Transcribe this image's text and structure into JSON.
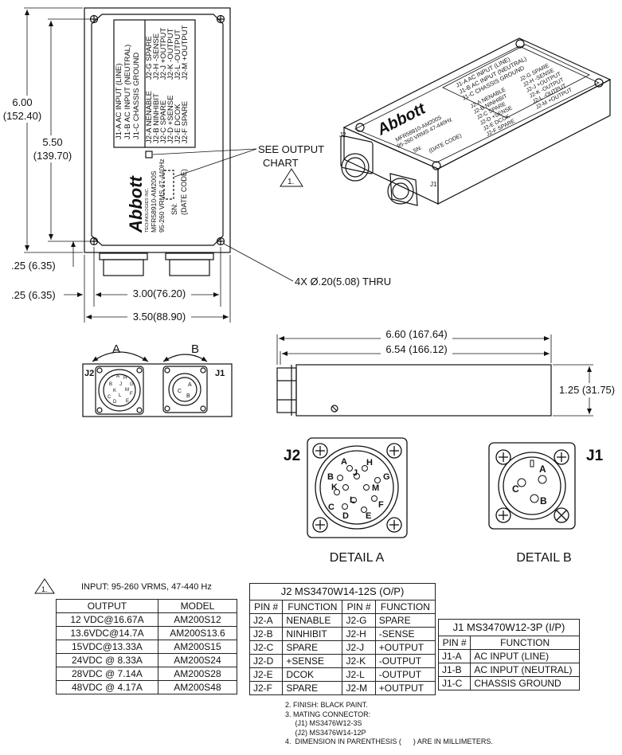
{
  "dims": {
    "height_outer": "6.00",
    "height_outer_mm": "(152.40)",
    "height_inner": "5.50",
    "height_inner_mm": "(139.70)",
    "offset_top": ".25 (6.35)",
    "offset_side": ".25 (6.35)",
    "width_inner": "3.00(76.20)",
    "width_outer": "3.50(88.90)",
    "holes": "4X Ø.20(5.08) THRU",
    "length_outer": "6.60 (167.64)",
    "length_inner": "6.54 (166.12)",
    "depth": "1.25 (31.75)",
    "see_output": "SEE OUTPUT",
    "chart": "CHART",
    "flag": "1."
  },
  "label_plate": {
    "left_col": [
      "J1-A AC INPUT (LINE)",
      "J1-B AC INPUT (NEUTRAL)",
      "J1-C CHASSIS GROUND"
    ],
    "j2_left": [
      "J2-A NENABLE",
      "J2-B NINHIBIT",
      "J2-C SPARE",
      "J2-D +SENSE",
      "J2-E DCOK",
      "J2-F SPARE"
    ],
    "j2_right": [
      "J2-G SPARE",
      "J2-H -SENSE",
      "J2-J +OUTPUT",
      "J2-K -OUTPUT",
      "J2-L -OUTPUT",
      "J2-M +OUTPUT"
    ],
    "brand": "Abbott",
    "brand_sub": "TECHNOLOGIES INC.",
    "model": "MFR58910-AM200S",
    "input": "95-260 VRMS 47-440Hz",
    "sn": "SN:",
    "date_code": "(DATE CODE)"
  },
  "iso": {
    "j1_tag": "J1",
    "j2_tag": "J2"
  },
  "views": {
    "a": "A",
    "b": "B",
    "j1": "J1",
    "j2": "J2",
    "detail_a": "DETAIL A",
    "detail_b": "DETAIL B",
    "j2_pins": [
      "A",
      "B",
      "C",
      "D",
      "E",
      "F",
      "G",
      "H",
      "J",
      "K",
      "L",
      "M"
    ],
    "j1_pins": [
      "A",
      "B",
      "C"
    ]
  },
  "input_note": "INPUT: 95-260 VRMS, 47-440 Hz",
  "output_table": {
    "headers": [
      "OUTPUT",
      "MODEL"
    ],
    "rows": [
      [
        "12 VDC@16.67A",
        "AM200S12"
      ],
      [
        "13.6VDC@14.7A",
        "AM200S13.6"
      ],
      [
        "15VDC@13.33A",
        "AM200S15"
      ],
      [
        "24VDC @ 8.33A",
        "AM200S24"
      ],
      [
        "28VDC @ 7.14A",
        "AM200S28"
      ],
      [
        "48VDC @ 4.17A",
        "AM200S48"
      ]
    ]
  },
  "j2_table": {
    "title": "J2 MS3470W14-12S (O/P)",
    "headers": [
      "PIN #",
      "FUNCTION",
      "PIN #",
      "FUNCTION"
    ],
    "rows": [
      [
        "J2-A",
        "NENABLE",
        "J2-G",
        "SPARE"
      ],
      [
        "J2-B",
        "NINHIBIT",
        "J2-H",
        "-SENSE"
      ],
      [
        "J2-C",
        "SPARE",
        "J2-J",
        "+OUTPUT"
      ],
      [
        "J2-D",
        "+SENSE",
        "J2-K",
        "-OUTPUT"
      ],
      [
        "J2-E",
        "DCOK",
        "J2-L",
        "-OUTPUT"
      ],
      [
        "J2-F",
        "SPARE",
        "J2-M",
        "+OUTPUT"
      ]
    ]
  },
  "j1_table": {
    "title": "J1 MS3470W12-3P (I/P)",
    "headers": [
      "PIN #",
      "FUNCTION"
    ],
    "rows": [
      [
        "J1-A",
        "AC INPUT (LINE)"
      ],
      [
        "J1-B",
        "AC INPUT (NEUTRAL)"
      ],
      [
        "J1-C",
        "CHASSIS GROUND"
      ]
    ]
  },
  "notes": [
    "2.  FINISH: BLACK PAINT.",
    "3.  MATING CONNECTOR:",
    "     (J1) MS3476W12-3S",
    "     (J2) MS3476W14-12P",
    "4.  DIMENSION IN PARENTHESIS (      ) ARE IN MILLIMETERS."
  ]
}
